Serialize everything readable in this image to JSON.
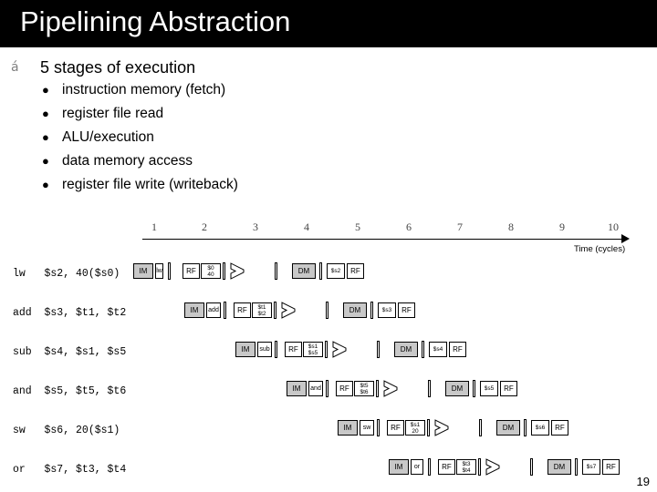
{
  "title": "Pipelining Abstraction",
  "slide_number": "19",
  "bullets": {
    "level1": {
      "marker": "á",
      "text": "5 stages of execution"
    },
    "level2_marker": "●",
    "level2": [
      "instruction memory (fetch)",
      "register file read",
      "ALU/execution",
      "data memory access",
      "register file write (writeback)"
    ]
  },
  "diagram": {
    "axis_label": "Time (cycles)",
    "cycles": [
      "1",
      "2",
      "3",
      "4",
      "5",
      "6",
      "7",
      "8",
      "9",
      "10"
    ],
    "instructions": [
      "lw   $s2, 40($s0)",
      "add  $s3, $t1, $t2",
      "sub  $s4, $s1, $s5",
      "and  $s5, $t5, $t6",
      "sw   $s6, 20($s1)",
      "or   $s7, $t3, $t4"
    ],
    "stage_labels": {
      "im": "IM",
      "rf": "RF",
      "dm": "DM"
    },
    "rows": [
      {
        "op": "lw",
        "rf_read": [
          "$0",
          "40"
        ],
        "dest": "$s2"
      },
      {
        "op": "add",
        "rf_read": [
          "$t1",
          "$t2"
        ],
        "dest": "$s3"
      },
      {
        "op": "sub",
        "rf_read": [
          "$s1",
          "$s5"
        ],
        "dest": "$s4"
      },
      {
        "op": "and",
        "rf_read": [
          "$t5",
          "$t6"
        ],
        "dest": "$s5"
      },
      {
        "op": "sw",
        "rf_read": [
          "$s1",
          "20"
        ],
        "dest": "$s6"
      },
      {
        "op": "or",
        "rf_read": [
          "$t3",
          "$t4"
        ],
        "dest": "$s7"
      }
    ]
  },
  "colors": {
    "title_bar": "#000000",
    "title_text": "#ffffff",
    "memory_box": "#c8c8c8",
    "page_bg": "#ffffff"
  }
}
